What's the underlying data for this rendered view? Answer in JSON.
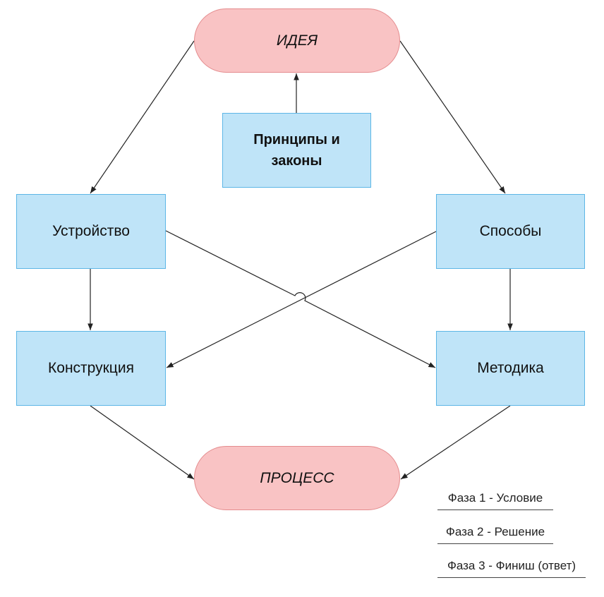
{
  "nodes": {
    "idea": "ИДЕЯ",
    "principles": "Принципы и законы",
    "device": "Устройство",
    "methods": "Способы",
    "construction": "Конструкция",
    "methodology": "Методика",
    "process": "ПРОЦЕСС"
  },
  "legend": [
    "Фаза 1 - Условие",
    "Фаза 2 - Решение",
    "Фаза 3 - Финиш (ответ)"
  ],
  "colors": {
    "terminal_fill": "#f9c3c4",
    "box_fill": "#bfe4f8",
    "box_border": "#5db6e6"
  }
}
